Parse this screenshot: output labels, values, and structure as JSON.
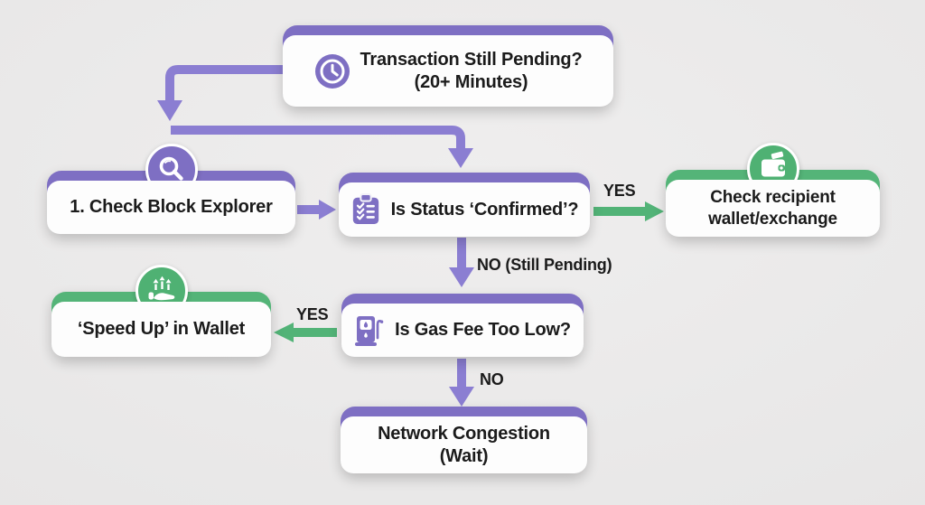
{
  "palette": {
    "purple": "#7E6FC3",
    "purple_arrow": "#8B7ED2",
    "green": "#54B478",
    "background": "#E9E8E8",
    "text": "#1B1B1B",
    "box_fill": "#FDFDFD"
  },
  "nodes": {
    "pending": {
      "title": "Transaction Still Pending?",
      "subtitle": "(20+ Minutes)",
      "icon": "clock-icon"
    },
    "check_explorer": {
      "label": "1. Check Block Explorer",
      "icon": "search-icon"
    },
    "status_confirmed": {
      "label": "Is Status ‘Confirmed’?",
      "icon": "checklist-clipboard-icon"
    },
    "check_recipient": {
      "line1": "Check recipient",
      "line2": "wallet/exchange",
      "icon": "wallet-icon"
    },
    "gas_fee": {
      "label": "Is Gas Fee Too Low?",
      "icon": "gas-pump-icon"
    },
    "speed_up": {
      "label": "‘Speed Up’ in Wallet",
      "icon": "speed-up-hand-icon"
    },
    "congestion": {
      "line1": "Network Congestion",
      "line2": "(Wait)"
    }
  },
  "edge_labels": {
    "status_yes": "YES",
    "status_no": "NO (Still Pending)",
    "gas_yes": "YES",
    "gas_no": "NO"
  }
}
